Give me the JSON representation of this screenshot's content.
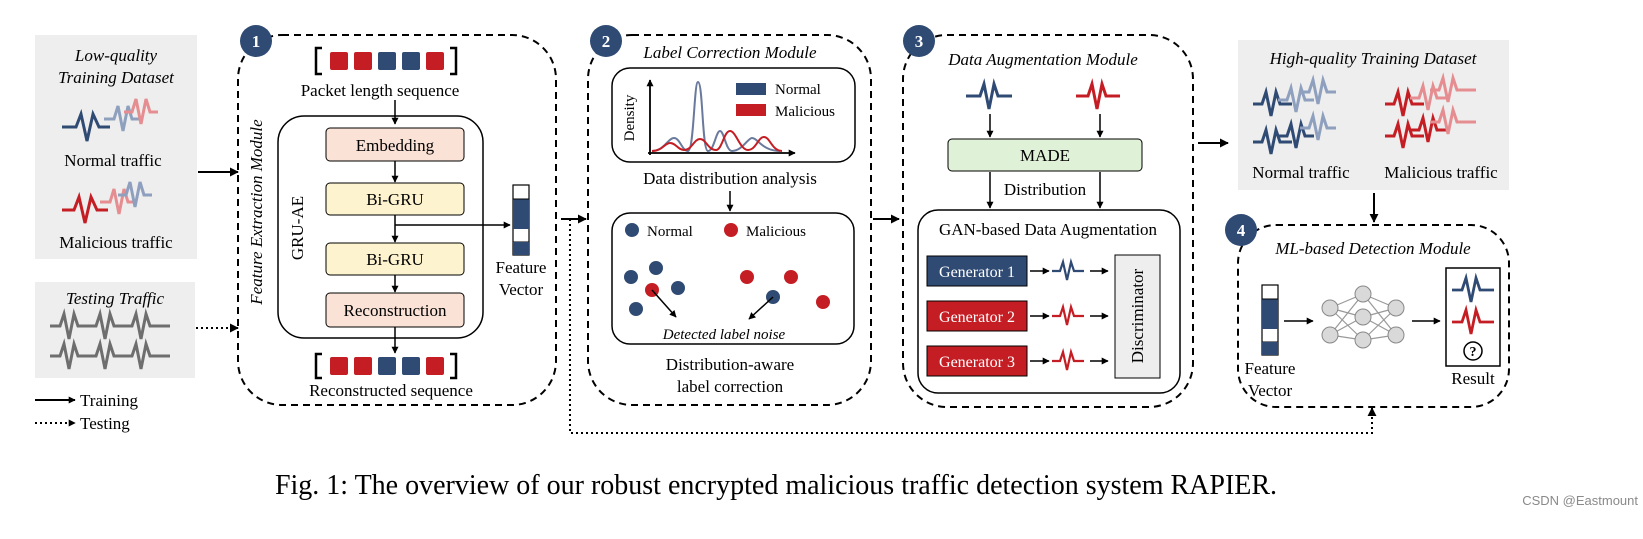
{
  "colors": {
    "normal": "#2f4a73",
    "malicious": "#c41e24",
    "normal_light": "#8fa0bf",
    "malicious_light": "#e58d90",
    "gray_wave": "#6e6e6e",
    "panel_bg": "#eeeeee",
    "peach": "#fae2d6",
    "yellow": "#fdf3cf",
    "green": "#dff1d6",
    "badge": "#2f4a73"
  },
  "icons": [
    "right-arrow-icon",
    "dotted-arrow-icon",
    "traffic-wave-icon",
    "neural-network-icon",
    "question-circle-icon"
  ],
  "left_panel": {
    "dataset_title_line1": "Low-quality",
    "dataset_title_line2": "Training Dataset",
    "normal_label": "Normal traffic",
    "malicious_label": "Malicious traffic",
    "testing_title": "Testing Traffic",
    "legend_training": "Training",
    "legend_testing": "Testing"
  },
  "module1": {
    "badge": "1",
    "side_title": "Feature Extraction Module",
    "input_label": "Packet length sequence",
    "gru_ae_label": "GRU-AE",
    "layers": [
      "Embedding",
      "Bi-GRU",
      "Bi-GRU",
      "Reconstruction"
    ],
    "feature_label_line1": "Feature",
    "feature_label_line2": "Vector",
    "output_label": "Reconstructed sequence"
  },
  "module2": {
    "badge": "2",
    "title": "Label Correction Module",
    "density_axis": "Density",
    "legend_normal": "Normal",
    "legend_malicious": "Malicious",
    "dist_caption": "Data distribution analysis",
    "scatter_legend_normal": "Normal",
    "scatter_legend_malicious": "Malicious",
    "noise_label": "Detected label noise",
    "caption_line1": "Distribution-aware",
    "caption_line2": "label correction"
  },
  "module3": {
    "badge": "3",
    "title": "Data Augmentation Module",
    "made_label": "MADE",
    "distribution_label": "Distribution",
    "gan_title": "GAN-based Data Augmentation",
    "generators": [
      "Generator 1",
      "Generator 2",
      "Generator 3"
    ],
    "discriminator_label": "Discriminator"
  },
  "high_quality": {
    "title": "High-quality Training Dataset",
    "normal_label": "Normal traffic",
    "malicious_label": "Malicious traffic"
  },
  "module4": {
    "badge": "4",
    "title": "ML-based Detection Module",
    "feature_label_line1": "Feature",
    "feature_label_line2": "Vector",
    "result_label": "Result",
    "question_mark": "?"
  },
  "caption": "Fig. 1: The overview of our robust encrypted malicious traffic detection system RAPIER.",
  "watermark": "CSDN @Eastmount"
}
